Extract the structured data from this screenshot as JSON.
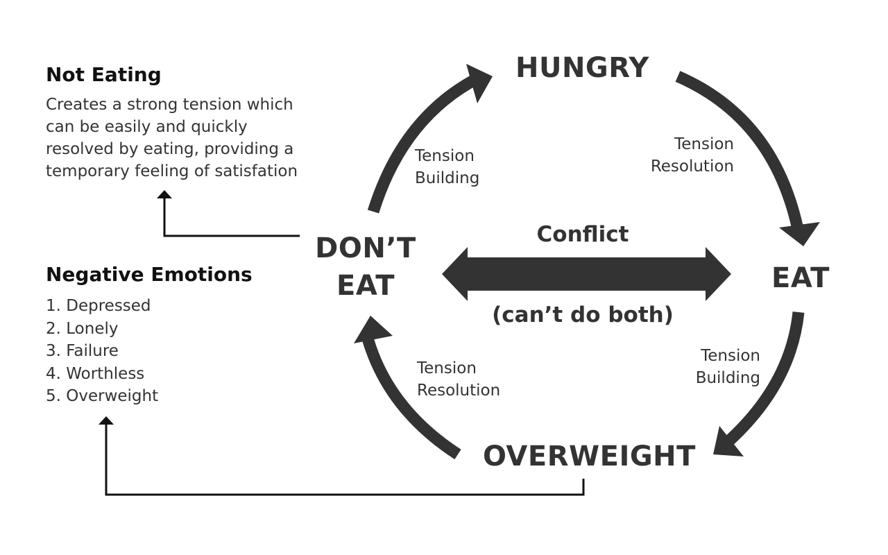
{
  "colors": {
    "arrow": "#333333",
    "connector": "#111111",
    "text": "#333333",
    "background": "#ffffff"
  },
  "nodes": {
    "hungry": "HUNGRY",
    "eat": "EAT",
    "overweight": "OVERWEIGHT",
    "dont_eat_line1": "DON’T",
    "dont_eat_line2": "EAT"
  },
  "edges": {
    "hungry_to_eat": "Tension\nResolution",
    "eat_to_overweight": "Tension\nBuilding",
    "overweight_to_dont_eat": "Tension\nResolution",
    "dont_eat_to_hungry": "Tension\nBuilding"
  },
  "conflict": {
    "title": "Conflict",
    "subtitle": "(can’t do both)"
  },
  "not_eating": {
    "title": "Not Eating",
    "lines": [
      "Creates a strong tension which",
      "can be easily and quickly",
      "resolved by eating, providing a",
      "temporary feeling of satisfation"
    ]
  },
  "negative_emotions": {
    "title": "Negative Emotions",
    "items": [
      "1. Depressed",
      "2. Lonely",
      "3. Failure",
      "4. Worthless",
      "5. Overweight"
    ]
  }
}
